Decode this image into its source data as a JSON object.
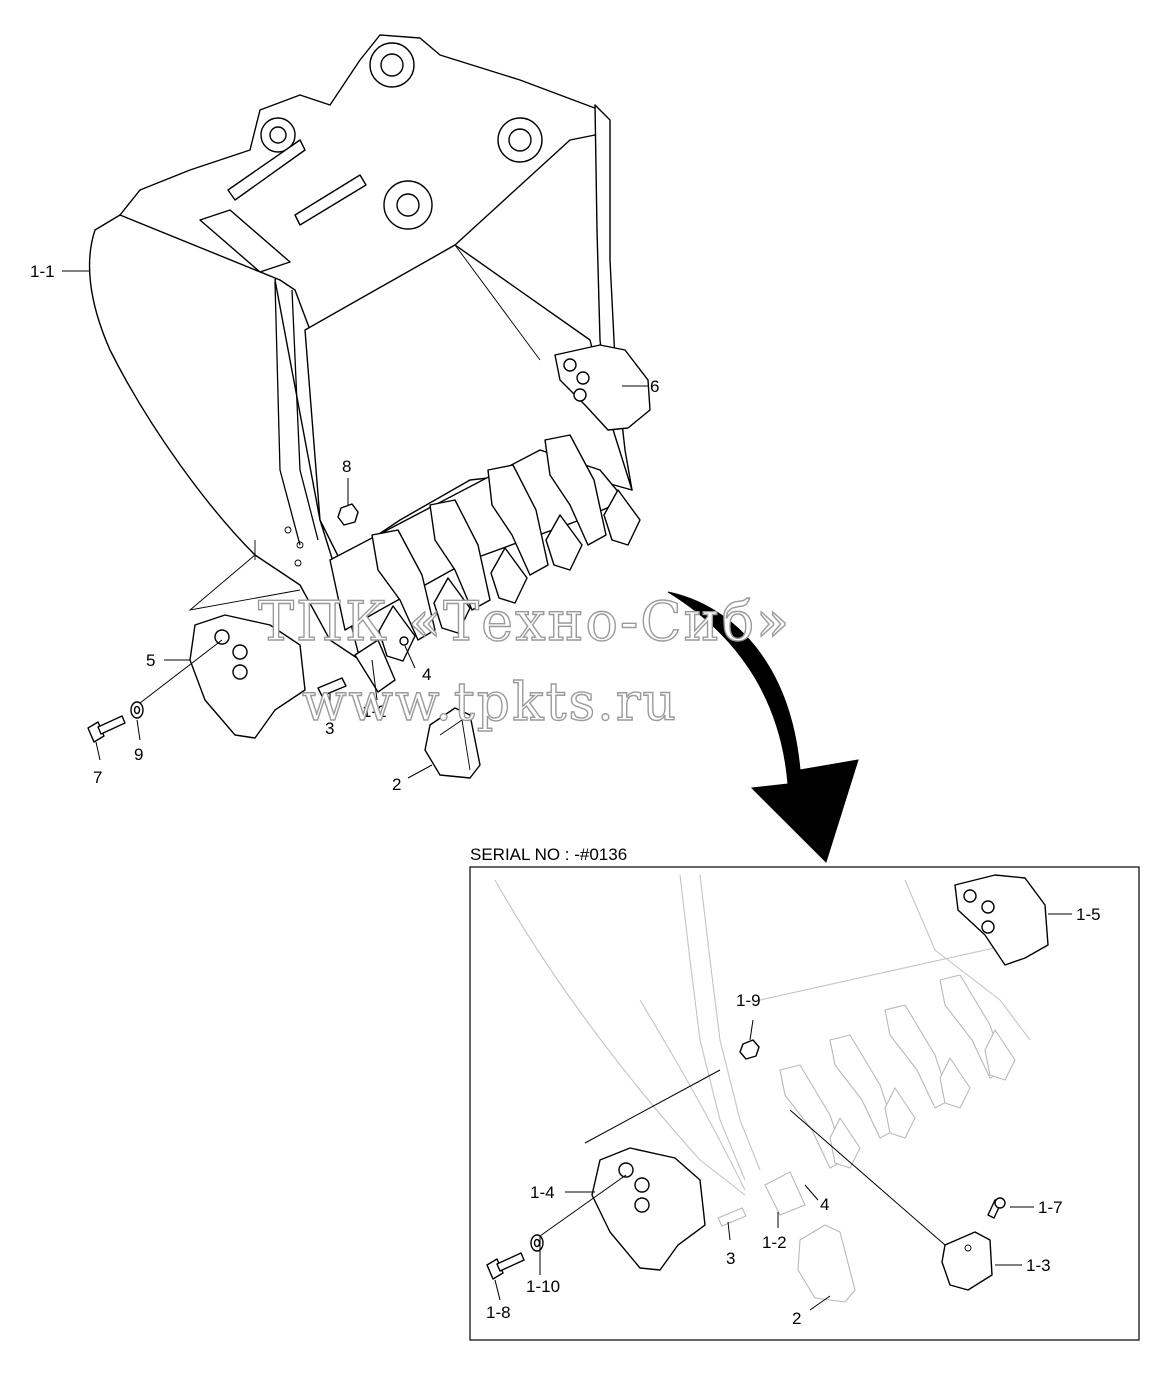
{
  "diagram": {
    "inset_title": "SERIAL NO : -#0136",
    "watermark": {
      "line1": "ТПК «Техно-Сиб»",
      "line2": "www.tpkts.ru"
    },
    "callouts_main": [
      "1-1",
      "6",
      "8",
      "5",
      "4",
      "1-2",
      "3",
      "7",
      "9",
      "2"
    ],
    "callouts_inset": [
      "1-5",
      "1-9",
      "1-4",
      "4",
      "3",
      "1-2",
      "1-7",
      "1-3",
      "1-8",
      "1-10",
      "2"
    ]
  }
}
